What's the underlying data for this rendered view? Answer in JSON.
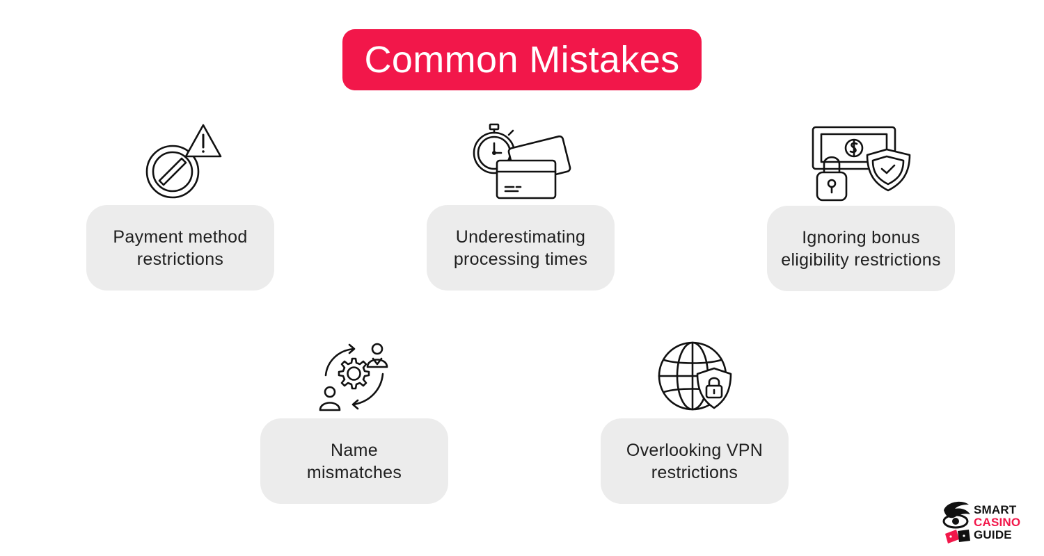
{
  "title": "Common Mistakes",
  "colors": {
    "accent": "#f2174a",
    "card_bg": "#ececec",
    "text": "#202020",
    "icon_stroke": "#111111"
  },
  "items": [
    {
      "label": "Payment method\nrestrictions",
      "icon": "prohibited-warning-icon"
    },
    {
      "label": "Underestimating\nprocessing times",
      "icon": "stopwatch-credit-cards-icon"
    },
    {
      "label": "Ignoring bonus\neligibility restrictions",
      "icon": "banknote-lock-shield-icon"
    },
    {
      "label": "Name\nmismatches",
      "icon": "users-gear-sync-icon"
    },
    {
      "label": "Overlooking VPN\nrestrictions",
      "icon": "globe-shield-lock-icon"
    }
  ],
  "brand": {
    "line1": "SMART",
    "line2": "CASINO",
    "line3": "GUIDE"
  }
}
